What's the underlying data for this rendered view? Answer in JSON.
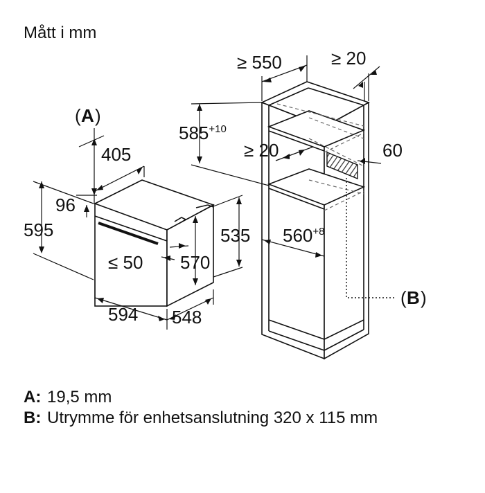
{
  "title": "Mått i mm",
  "labels": {
    "a_marker": "A",
    "b_marker": "B",
    "d405": "405",
    "d96": "96",
    "d595": "595",
    "d594": "594",
    "d548": "548",
    "d570": "570",
    "d535": "535",
    "d_le50": "≤ 50",
    "d_ge550": "≥ 550",
    "d_ge20_top": "≥ 20",
    "d585": "585",
    "d585_sup": "+10",
    "d_ge20_mid": "≥ 20",
    "d60": "60",
    "d560": "560",
    "d560_sup": "+8"
  },
  "legend": [
    {
      "key": "A:",
      "text": "19,5 mm"
    },
    {
      "key": "B:",
      "text": "Utrymme för enhetsanslutning 320 x 115 mm"
    }
  ],
  "colors": {
    "line": "#111111",
    "dashed": "#666666",
    "hatch": "#333333"
  }
}
